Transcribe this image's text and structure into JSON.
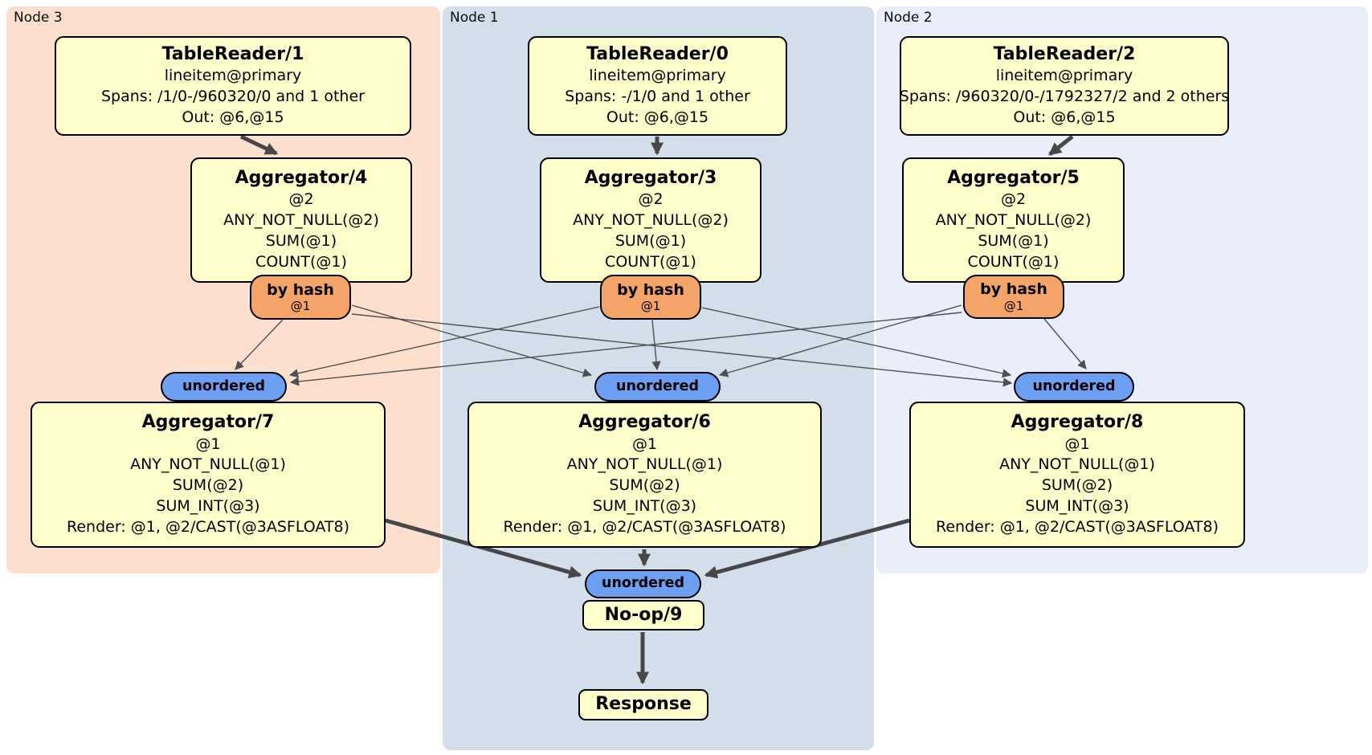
{
  "diagram": {
    "kind": "distributed SQL physical plan",
    "colors": {
      "page_bg": "#ffffff",
      "node3_bg": "#fcdfce",
      "node1_bg": "#d2dfeb",
      "node2_bg": "#e9eefa",
      "box_fill": "#ffffcc",
      "box_border": "#000000",
      "hash_fill": "#f4a469",
      "sync_fill": "#6d9ff3",
      "edge_thin": "#4f4f4f",
      "edge_thick": "#474747"
    },
    "regions": [
      {
        "label": "Node 3"
      },
      {
        "label": "Node 1"
      },
      {
        "label": "Node 2"
      }
    ],
    "processors": {
      "tablereader1": {
        "title": "TableReader/1",
        "lines": [
          "lineitem@primary",
          "Spans: /1/0-/960320/0 and 1 other",
          "Out: @6,@15"
        ]
      },
      "tablereader0": {
        "title": "TableReader/0",
        "lines": [
          "lineitem@primary",
          "Spans: -/1/0 and 1 other",
          "Out: @6,@15"
        ]
      },
      "tablereader2": {
        "title": "TableReader/2",
        "lines": [
          "lineitem@primary",
          "Spans: /960320/0-/1792327/2 and 2 others",
          "Out: @6,@15"
        ]
      },
      "aggregator4": {
        "title": "Aggregator/4",
        "lines": [
          "@2",
          "ANY_NOT_NULL(@2)",
          "SUM(@1)",
          "COUNT(@1)"
        ]
      },
      "aggregator3": {
        "title": "Aggregator/3",
        "lines": [
          "@2",
          "ANY_NOT_NULL(@2)",
          "SUM(@1)",
          "COUNT(@1)"
        ]
      },
      "aggregator5": {
        "title": "Aggregator/5",
        "lines": [
          "@2",
          "ANY_NOT_NULL(@2)",
          "SUM(@1)",
          "COUNT(@1)"
        ]
      },
      "aggregator7": {
        "title": "Aggregator/7",
        "lines": [
          "@1",
          "ANY_NOT_NULL(@1)",
          "SUM(@2)",
          "SUM_INT(@3)",
          "Render: @1, @2/CAST(@3ASFLOAT8)"
        ]
      },
      "aggregator6": {
        "title": "Aggregator/6",
        "lines": [
          "@1",
          "ANY_NOT_NULL(@1)",
          "SUM(@2)",
          "SUM_INT(@3)",
          "Render: @1, @2/CAST(@3ASFLOAT8)"
        ]
      },
      "aggregator8": {
        "title": "Aggregator/8",
        "lines": [
          "@1",
          "ANY_NOT_NULL(@1)",
          "SUM(@2)",
          "SUM_INT(@3)",
          "Render: @1, @2/CAST(@3ASFLOAT8)"
        ]
      },
      "noop9": {
        "title": "No-op/9",
        "lines": []
      },
      "response": {
        "title": "Response",
        "lines": []
      }
    },
    "router": {
      "label": "by hash",
      "detail": "@1"
    },
    "synchronizer": {
      "label": "unordered"
    }
  }
}
